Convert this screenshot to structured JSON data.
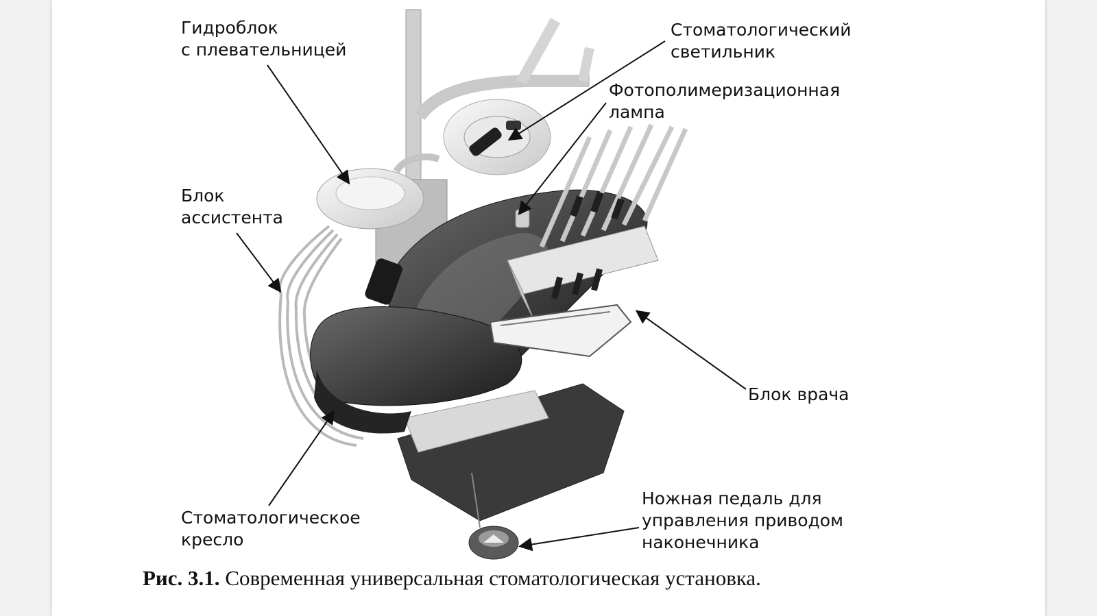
{
  "labels": {
    "hydroblock": [
      "Гидроблок",
      "с плевательницей"
    ],
    "dental_lamp": [
      "Стоматологический",
      "светильник"
    ],
    "photopolymer_lamp": [
      "Фотополимеризационная",
      "лампа"
    ],
    "assistant_block": [
      "Блок",
      "ассистента"
    ],
    "doctor_block": [
      "Блок врача"
    ],
    "dental_chair": [
      "Стоматологическое",
      "кресло"
    ],
    "foot_pedal": [
      "Ножная педаль для",
      "управления приводом",
      "наконечника"
    ]
  },
  "caption": {
    "number": "Рис. 3.1.",
    "text": "Современная универсальная стоматологическая установка."
  }
}
